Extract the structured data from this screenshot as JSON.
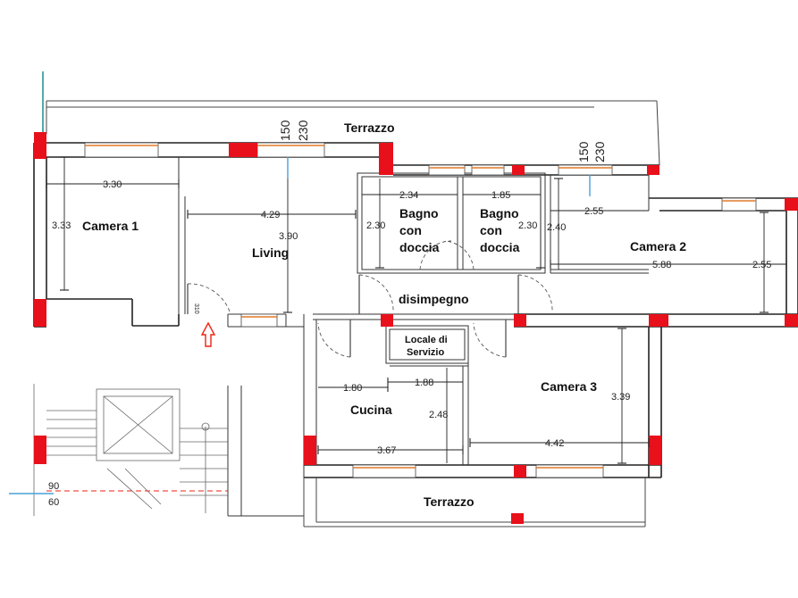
{
  "rooms": {
    "terrazzo_top": "Terrazzo",
    "terrazzo_bottom": "Terrazzo",
    "camera1": "Camera 1",
    "living": "Living",
    "bagno1_l1": "Bagno",
    "bagno1_l2": "con",
    "bagno1_l3": "doccia",
    "bagno2_l1": "Bagno",
    "bagno2_l2": "con",
    "bagno2_l3": "doccia",
    "camera2": "Camera 2",
    "disimpegno": "disimpegno",
    "locale_l1": "Locale di",
    "locale_l2": "Servizio",
    "cucina": "Cucina",
    "camera3": "Camera 3"
  },
  "dimensions": {
    "camera1_width": "3.30",
    "camera1_height": "3.33",
    "living_width": "4.29",
    "living_height": "3.90",
    "top_150_a": "150",
    "top_230_a": "230",
    "top_150_b": "150",
    "top_230_b": "230",
    "bagno1_width": "2.34",
    "bagno1_height": "2.30",
    "bagno2_width": "1.85",
    "bagno2_height": "2.30",
    "camera2_a": "2.40",
    "camera2_b": "2.55",
    "camera2_width": "5.88",
    "camera2_height": "2.55",
    "cucina_a": "1.80",
    "cucina_b": "1.88",
    "cucina_height": "2.48",
    "cucina_width": "3.67",
    "camera3_height": "3.39",
    "camera3_width": "4.42",
    "stair_90": "90",
    "stair_60": "60",
    "door_label": "310"
  }
}
